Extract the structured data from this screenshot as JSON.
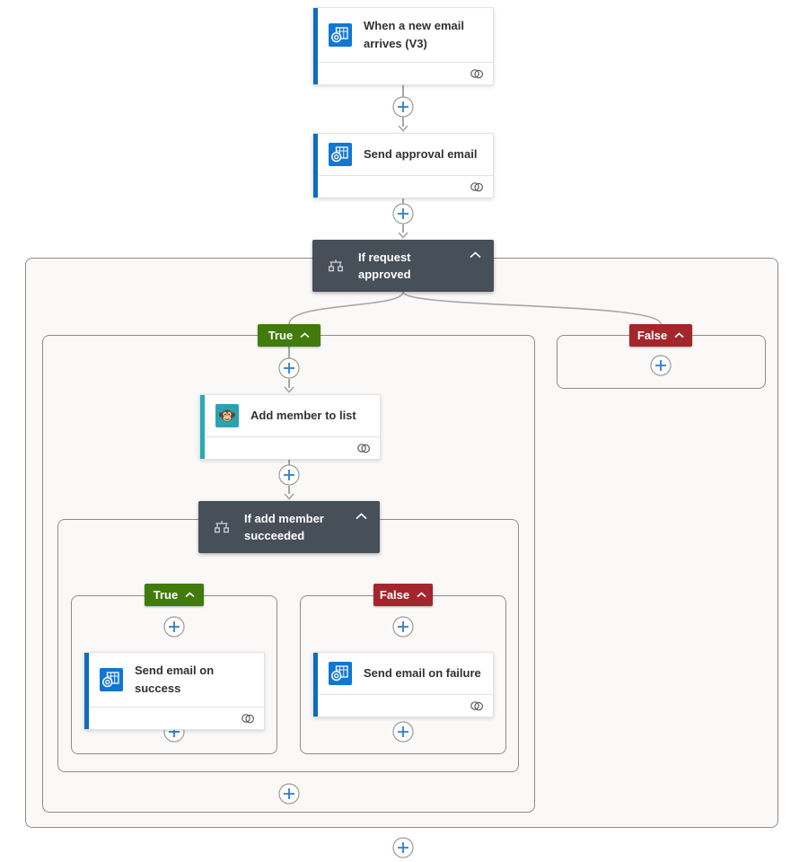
{
  "nodes": {
    "trigger": {
      "title": "When a new email arrives (V3)",
      "connector": "office365-outlook"
    },
    "send_approval": {
      "title": "Send approval email",
      "connector": "office365-outlook"
    },
    "condition_request": {
      "title": "If request approved",
      "type": "condition"
    },
    "add_member": {
      "title": "Add member to list",
      "connector": "mailchimp"
    },
    "condition_add_member": {
      "title": "If add member succeeded",
      "type": "condition"
    },
    "send_success": {
      "title": "Send email on success",
      "connector": "office365-outlook"
    },
    "send_failure": {
      "title": "Send email on failure",
      "connector": "office365-outlook"
    }
  },
  "branches": {
    "true_label": "True",
    "false_label": "False"
  },
  "icons": {
    "outlook": "outlook-connector-icon",
    "mailchimp": "mailchimp-connector-icon",
    "condition": "condition-scale-icon",
    "collapse": "chevron-up-icon",
    "connection": "linked-rings-icon",
    "add": "plus-circle-icon",
    "arrow": "arrow-down-icon"
  },
  "colors": {
    "outlook_accent": "#0f6cbd",
    "outlook_icon_bg": "#1077d4",
    "mailchimp_accent": "#2ba8b5",
    "mailchimp_icon_bg": "#29a3b3",
    "condition_card_bg": "#474f59",
    "true_badge_bg": "#417b0b",
    "false_badge_bg": "#a4262c",
    "plus_blue": "#2d7dd2",
    "connector_gray": "#a8a6a4",
    "container_border": "#8f8d8b",
    "container_bg": "#faf9f8",
    "card_title": "#323130"
  }
}
